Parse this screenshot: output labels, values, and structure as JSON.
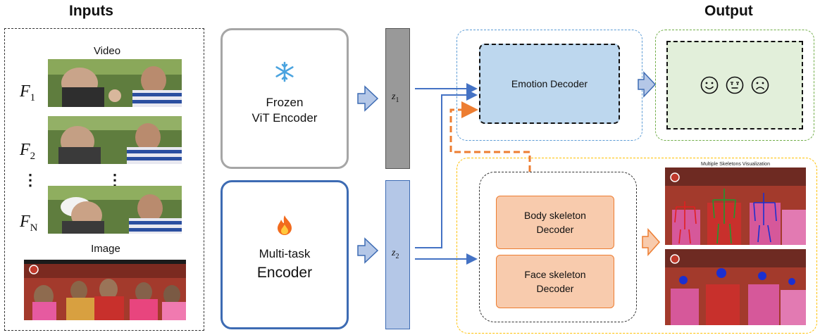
{
  "inputs_title": "Inputs",
  "output_title": "Output",
  "video_label": "Video",
  "image_label": "Image",
  "frames": {
    "f1": {
      "base": "F",
      "sub": "1"
    },
    "f2": {
      "base": "F",
      "sub": "2"
    },
    "fn": {
      "base": "F",
      "sub": "N"
    },
    "dots": "⋮"
  },
  "frozen_encoder": {
    "line1": "Frozen",
    "line2": "ViT Encoder",
    "icon": "snowflake-icon"
  },
  "multitask_encoder": {
    "line1": "Multi-task",
    "line2": "Encoder",
    "icon": "fire-icon"
  },
  "z1": {
    "base": "z",
    "sub": "1"
  },
  "z2": {
    "base": "z",
    "sub": "2"
  },
  "emotion_decoder": "Emotion Decoder",
  "body_decoder": {
    "line1": "Body skeleton",
    "line2": "Decoder"
  },
  "face_decoder": {
    "line1": "Face skeleton",
    "line2": "Decoder"
  },
  "skeleton_viz_title": "Multiple Skeletons Visualization",
  "emoji": {
    "happy": "☺",
    "neutral": "😐",
    "sad": "☹"
  },
  "colors": {
    "dashed_border": "#333333",
    "frozen_border": "#a6a6a6",
    "multitask_border": "#3d6bb3",
    "z1_fill": "#999999",
    "z2_fill": "#b4c7e7",
    "emotion_outer": "#5b9bd5",
    "emotion_fill": "#bdd7ee",
    "output_outer": "#70ad47",
    "output_fill": "#e2efda",
    "skeleton_outer": "#ffc000",
    "decoder_fill": "#f8cbad",
    "decoder_border": "#ed7d31",
    "arrow_blue": "#4472c4",
    "arrow_orange": "#ed7d31"
  }
}
